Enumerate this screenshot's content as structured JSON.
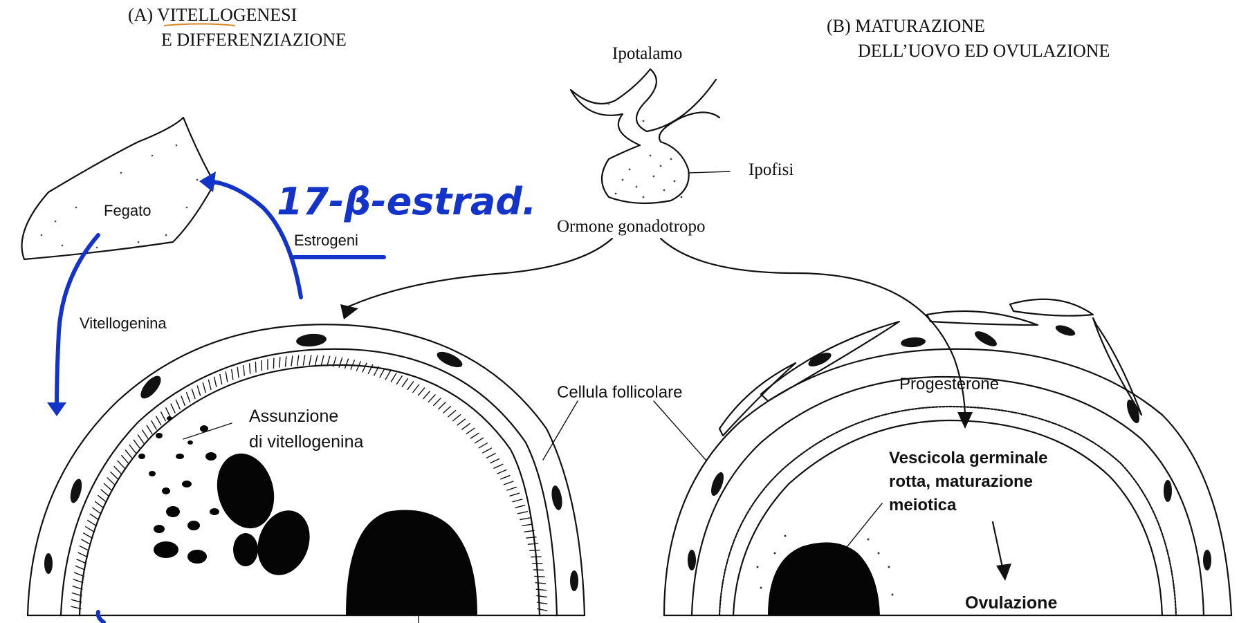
{
  "panel_a": {
    "title_line1": "(A) VITELLOGENESI",
    "title_line2": "E DIFFERENZIAZIONE"
  },
  "panel_b": {
    "title_line1": "(B) MATURAZIONE",
    "title_line2": "DELL’UOVO ED OVULAZIONE"
  },
  "labels": {
    "ipotalamo": "Ipotalamo",
    "ipofisi": "Ipofisi",
    "ormone": "Ormone gonadotropo",
    "fegato": "Fegato",
    "estrogeni": "Estrogeni",
    "vitellogenina": "Vitellogenina",
    "assunzione_1": "Assunzione",
    "assunzione_2": "di vitellogenina",
    "cellula_follicolare": "Cellula follicolare",
    "progesterone": "Progesterone",
    "vescicola_1": "Vescicola germinale",
    "vescicola_2": "rotta, maturazione",
    "vescicola_3": "meiotica",
    "ovulazione": "Ovulazione"
  },
  "annotation": {
    "handwritten": "17-β-estrad."
  },
  "colors": {
    "ink": "#111111",
    "annotation": "#1433c8"
  }
}
